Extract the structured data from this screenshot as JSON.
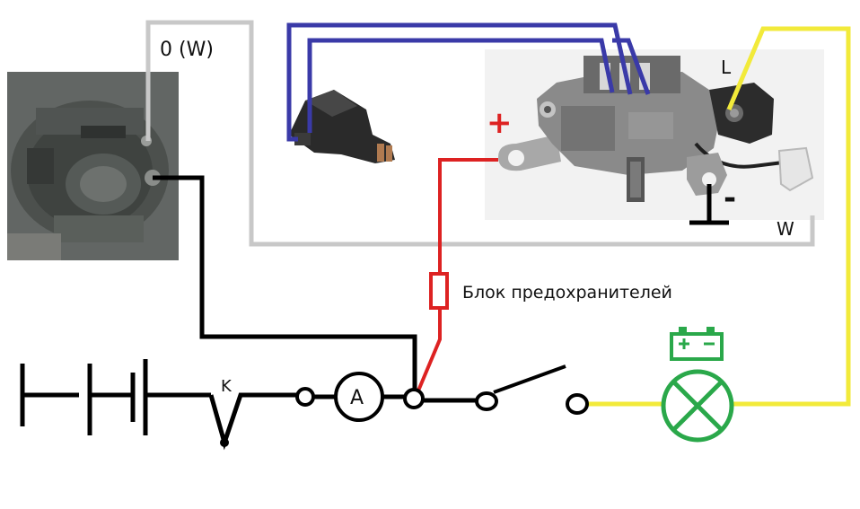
{
  "labels": {
    "alt_output": "0 (W)",
    "lamp_terminal": "L",
    "plus_sign": "+",
    "minus_sign": "-",
    "w_terminal": "W",
    "fuse_block": "Блок предохранителей",
    "key": "K",
    "ammeter": "A"
  },
  "colors": {
    "black_wire": "#000000",
    "gray_wire": "#c8c8c8",
    "blue_wire": "#3a3aa8",
    "yellow_wire": "#f2ea3a",
    "red_wire": "#dd2222",
    "lamp_green": "#2aa84a",
    "battery_icon": "#2aa84a"
  },
  "icons": {
    "battery": "battery-icon",
    "lamp": "lamp-icon",
    "ground": "ground-icon"
  }
}
